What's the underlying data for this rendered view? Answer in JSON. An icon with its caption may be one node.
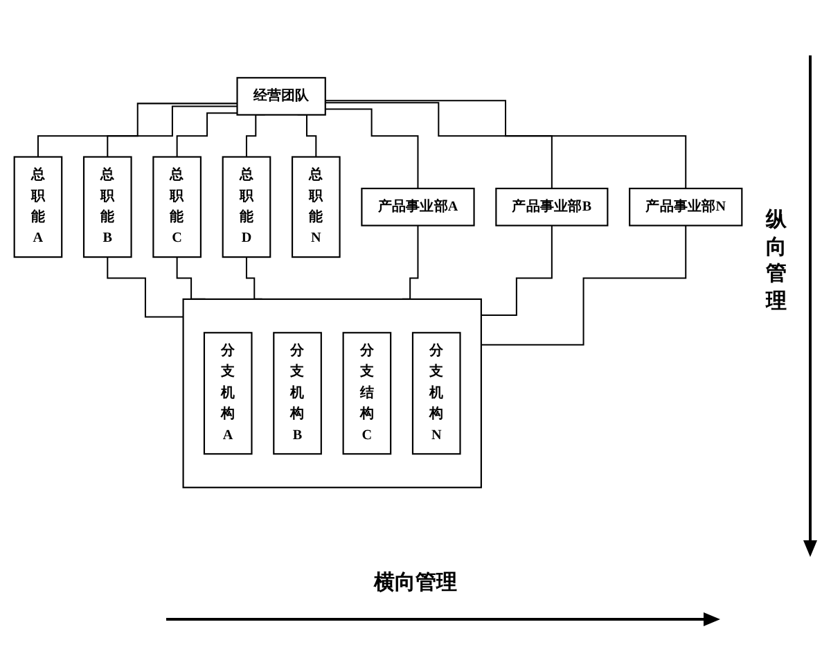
{
  "diagram": {
    "nodes": [
      {
        "text": [
          "经营团队"
        ]
      },
      {
        "text": [
          "总职能A"
        ]
      },
      {
        "text": [
          "总职能B"
        ]
      },
      {
        "text": [
          "总职能C"
        ]
      },
      {
        "text": [
          "总职能D"
        ]
      },
      {
        "text": [
          "总职能N"
        ]
      },
      {
        "text": [
          "产品事业部A"
        ]
      },
      {
        "text": [
          "产品事业部B"
        ]
      },
      {
        "text": [
          "产品事业部N"
        ]
      },
      {
        "text": [],
        "shape": "box"
      },
      {
        "text": [
          "分支机构A"
        ],
        "in": 9
      },
      {
        "text": [
          "分支机构B"
        ],
        "in": 9
      },
      {
        "text": [
          "分支结构C"
        ],
        "in": 9
      },
      {
        "text": [
          "分支机构N"
        ],
        "in": 9
      }
    ],
    "edges": [
      {
        "from": 0,
        "to": 1,
        "arrow": "none"
      },
      {
        "from": 0,
        "to": 2,
        "arrow": "none"
      },
      {
        "from": 0,
        "to": 3,
        "arrow": "none"
      },
      {
        "from": 0,
        "to": 4,
        "arrow": "none"
      },
      {
        "from": 0,
        "to": 5,
        "arrow": "none"
      },
      {
        "from": 0,
        "to": 6,
        "arrow": "none"
      },
      {
        "from": 0,
        "to": 7,
        "arrow": "none"
      },
      {
        "from": 0,
        "to": 8,
        "arrow": "none"
      },
      {
        "from": 2,
        "to": 9,
        "arrow": "none"
      },
      {
        "from": 3,
        "to": 9,
        "arrow": "none"
      },
      {
        "from": 4,
        "to": 9,
        "arrow": "none"
      },
      {
        "from": 6,
        "to": 9,
        "arrow": "none"
      },
      {
        "from": 7,
        "to": 9,
        "arrow": "none"
      },
      {
        "from": 8,
        "to": 9,
        "arrow": "none"
      }
    ],
    "labels": [
      "纵向管理",
      "横向管理"
    ]
  }
}
